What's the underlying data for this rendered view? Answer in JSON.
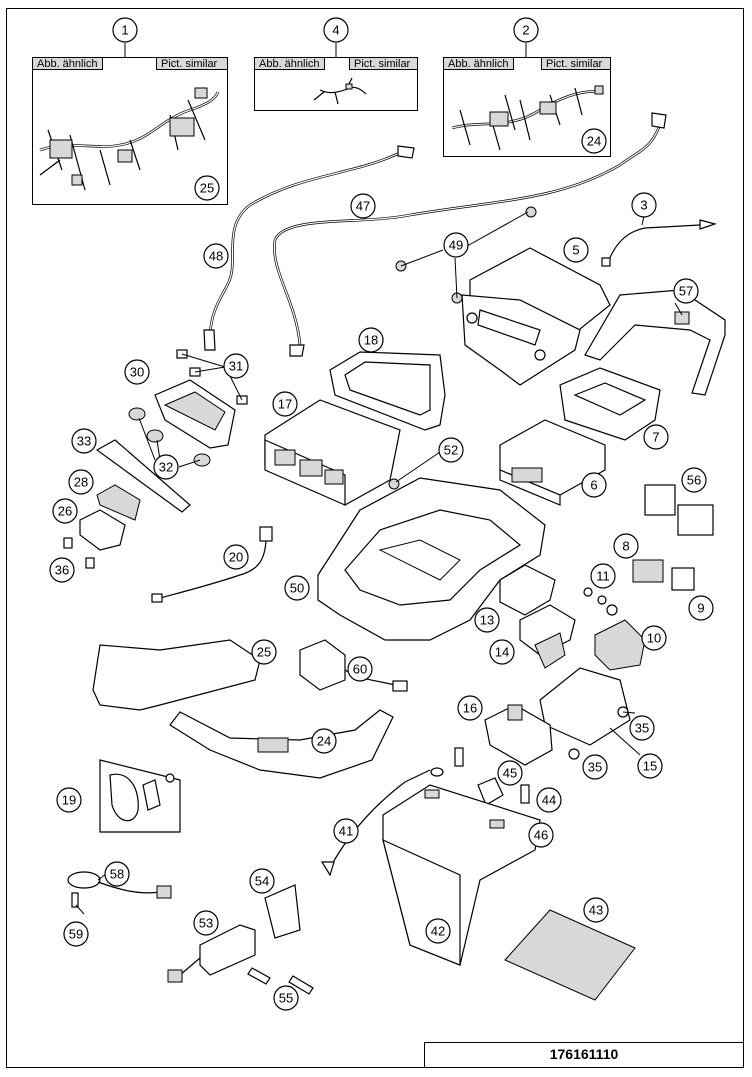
{
  "inset_tags": {
    "german": "Abb. ähnlich",
    "english": "Pict. similar"
  },
  "part_number": "176161110",
  "callouts": [
    {
      "id": "1",
      "label": "1"
    },
    {
      "id": "2",
      "label": "2"
    },
    {
      "id": "3",
      "label": "3"
    },
    {
      "id": "4",
      "label": "4"
    },
    {
      "id": "5",
      "label": "5"
    },
    {
      "id": "6",
      "label": "6"
    },
    {
      "id": "7",
      "label": "7"
    },
    {
      "id": "8",
      "label": "8"
    },
    {
      "id": "9",
      "label": "9"
    },
    {
      "id": "10",
      "label": "10"
    },
    {
      "id": "11",
      "label": "11"
    },
    {
      "id": "13",
      "label": "13"
    },
    {
      "id": "14",
      "label": "14"
    },
    {
      "id": "15",
      "label": "15"
    },
    {
      "id": "16",
      "label": "16"
    },
    {
      "id": "17",
      "label": "17"
    },
    {
      "id": "18",
      "label": "18"
    },
    {
      "id": "19",
      "label": "19"
    },
    {
      "id": "20",
      "label": "20"
    },
    {
      "id": "24a",
      "label": "24"
    },
    {
      "id": "24b",
      "label": "24"
    },
    {
      "id": "25a",
      "label": "25"
    },
    {
      "id": "25b",
      "label": "25"
    },
    {
      "id": "26",
      "label": "26"
    },
    {
      "id": "28",
      "label": "28"
    },
    {
      "id": "30",
      "label": "30"
    },
    {
      "id": "31",
      "label": "31"
    },
    {
      "id": "32",
      "label": "32"
    },
    {
      "id": "33",
      "label": "33"
    },
    {
      "id": "35a",
      "label": "35"
    },
    {
      "id": "35b",
      "label": "35"
    },
    {
      "id": "36",
      "label": "36"
    },
    {
      "id": "41",
      "label": "41"
    },
    {
      "id": "42",
      "label": "42"
    },
    {
      "id": "43",
      "label": "43"
    },
    {
      "id": "44",
      "label": "44"
    },
    {
      "id": "45",
      "label": "45"
    },
    {
      "id": "46",
      "label": "46"
    },
    {
      "id": "47",
      "label": "47"
    },
    {
      "id": "48",
      "label": "48"
    },
    {
      "id": "49",
      "label": "49"
    },
    {
      "id": "50",
      "label": "50"
    },
    {
      "id": "52",
      "label": "52"
    },
    {
      "id": "53",
      "label": "53"
    },
    {
      "id": "54",
      "label": "54"
    },
    {
      "id": "55",
      "label": "55"
    },
    {
      "id": "56",
      "label": "56"
    },
    {
      "id": "57",
      "label": "57"
    },
    {
      "id": "58",
      "label": "58"
    },
    {
      "id": "59",
      "label": "59"
    },
    {
      "id": "60",
      "label": "60"
    }
  ]
}
